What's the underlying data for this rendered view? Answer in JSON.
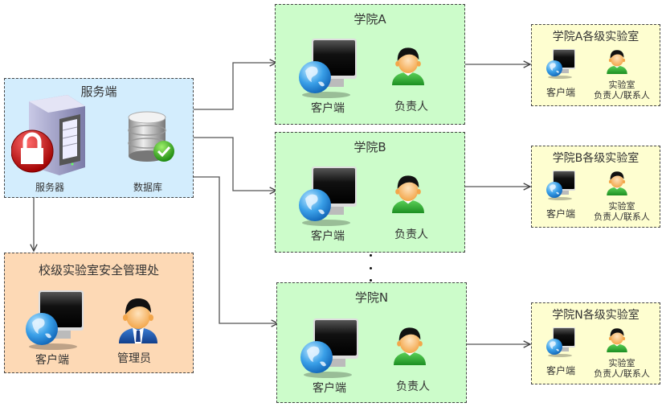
{
  "server": {
    "title": "服务端",
    "server_label": "服务器",
    "database_label": "数据库"
  },
  "admin_office": {
    "title": "校级实验室安全管理处",
    "client_label": "客户端",
    "admin_label": "管理员"
  },
  "colleges": [
    {
      "title": "学院A",
      "client_label": "客户端",
      "person_label": "负责人"
    },
    {
      "title": "学院B",
      "client_label": "客户端",
      "person_label": "负责人"
    },
    {
      "title": "学院N",
      "client_label": "客户端",
      "person_label": "负责人"
    }
  ],
  "labs": [
    {
      "title": "学院A各级实验室",
      "client_label": "客户端",
      "person_label_line1": "实验室",
      "person_label_line2": "负责人/联系人"
    },
    {
      "title": "学院B各级实验室",
      "client_label": "客户端",
      "person_label_line1": "实验室",
      "person_label_line2": "负责人/联系人"
    },
    {
      "title": "学院N各级实验室",
      "client_label": "客户端",
      "person_label_line1": "实验室",
      "person_label_line2": "负责人/联系人"
    }
  ],
  "colors": {
    "server_bg": "#d3edfd",
    "admin_bg": "#fdd9b5",
    "college_bg": "#ccfcca",
    "lab_bg": "#fefed0"
  }
}
